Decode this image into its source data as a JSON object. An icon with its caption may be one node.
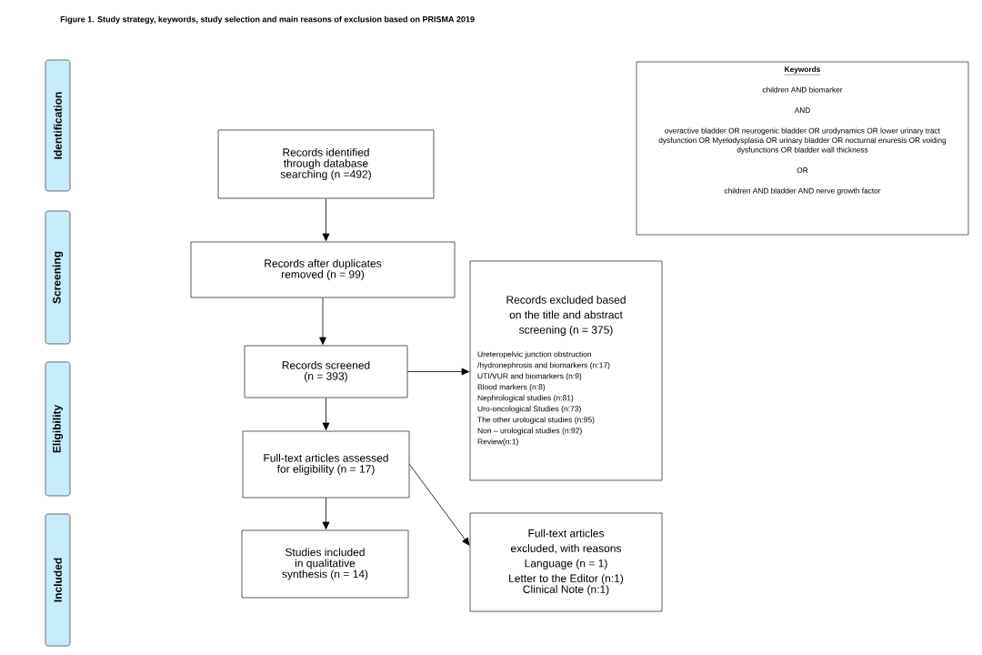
{
  "diagram": {
    "title": "Figure 1. Study strategy, keywords, study selection and main reasons of exclusion based on PRISMA 2019",
    "nodes": [
      {
        "text": [
          "Identification"
        ]
      },
      {
        "text": [
          "Screening"
        ]
      },
      {
        "text": [
          "Eligibility"
        ]
      },
      {
        "text": [
          "Included"
        ]
      },
      {
        "text": [
          "Keywords",
          "children AND biomarker",
          "AND",
          "overactive bladder OR neurogenic bladder OR urodynamics OR lower urinary tract dysfunction OR Myelodysplasia OR urinary bladder OR nocturnal enuresis OR voiding dysfunctions OR bladder wall thickness",
          "OR",
          "children AND bladder AND nerve growth factor"
        ]
      },
      {
        "text": [
          "Records identified through database searching (n =492)"
        ]
      },
      {
        "text": [
          "Records after duplicates removed (n = 99)"
        ]
      },
      {
        "text": [
          "Records excluded based on the title and abstract screening (n = 375)",
          "Ureteropelvic junction obstruction /hydronephrosis and biomarkers (n:17)",
          "UTI/VUR and biomarkers (n:9)",
          "Blood markers (n:8)",
          "Nephrological studies (n:81)",
          "Uro-oncological Studies (n:73)",
          "The other urological studies (n:95)",
          "Non – urological studies (n:92)",
          "Review(n:1)"
        ]
      },
      {
        "text": [
          "Records screened (n = 393)"
        ]
      },
      {
        "text": [
          "Full-text articles assessed for eligibility (n = 17)"
        ]
      },
      {
        "text": [
          "Studies included in qualitative synthesis (n = 14)"
        ]
      },
      {
        "text": [
          "Full-text articles excluded, with reasons",
          "Language (n = 1)",
          "Letter to the Editor (n:1)",
          "Clinical Note (n:1)"
        ]
      }
    ],
    "edges": [
      {
        "from": 5,
        "to": 6,
        "arrow": "to"
      },
      {
        "from": 6,
        "to": 8,
        "arrow": "to"
      },
      {
        "from": 8,
        "to": 7,
        "arrow": "to"
      },
      {
        "from": 8,
        "to": 9,
        "arrow": "to"
      },
      {
        "from": 9,
        "to": 10,
        "arrow": "to"
      },
      {
        "from": 9,
        "to": 11,
        "arrow": "to"
      }
    ]
  }
}
